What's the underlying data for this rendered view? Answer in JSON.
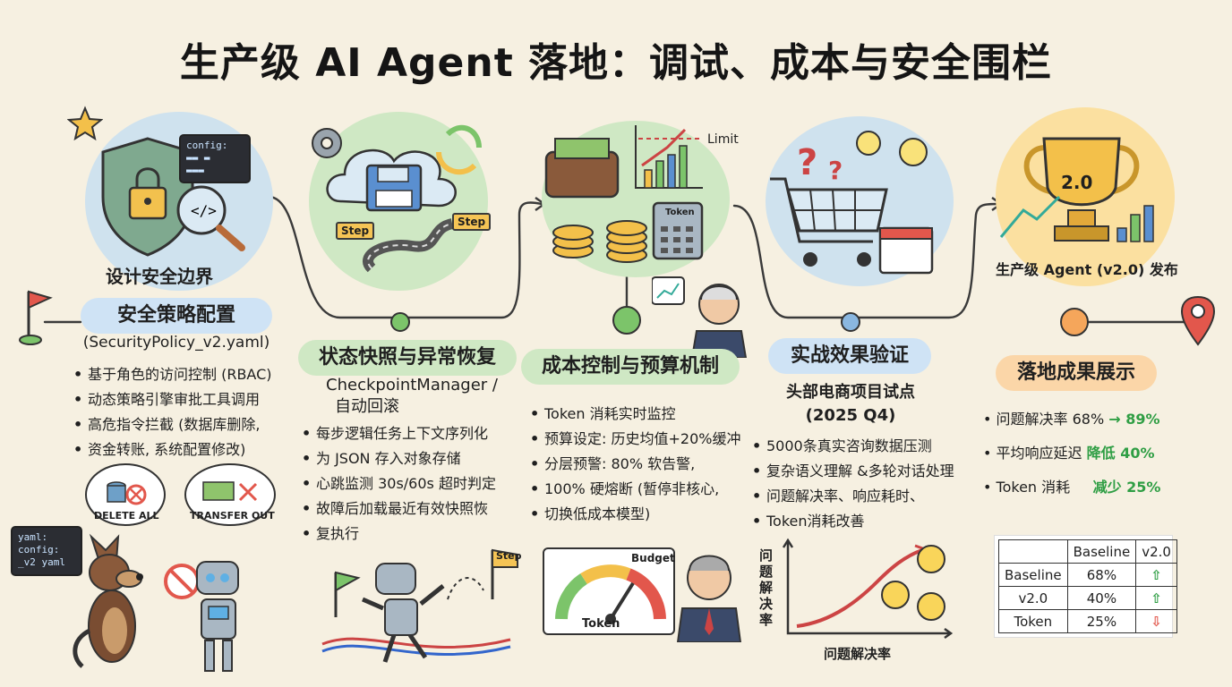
{
  "title": "生产级 AI Agent 落地：调试、成本与安全围栏",
  "stage1": {
    "heading": "设计安全边界",
    "pill": "安全策略配置",
    "subtitle": "(SecurityPolicy_v2.yaml)",
    "bullets": [
      "基于角色的访问控制 (RBAC)",
      "动态策略引擎审批工具调用",
      "高危指令拦截 (数据库删除,",
      "资金转账, 系统配置修改)"
    ],
    "bubble_left": "DELETE ALL",
    "bubble_right": "TRANSFER OUT",
    "code_top": "config:",
    "code_yaml": [
      "yaml:",
      "  config:",
      "  _v2 yaml"
    ]
  },
  "stage2": {
    "pill": "状态快照与异常恢复",
    "subtitle_lines": [
      "CheckpointManager /",
      "自动回滚"
    ],
    "bullets": [
      "每步逻辑任务上下文序列化",
      "为 JSON 存入对象存储",
      "心跳监测 30s/60s 超时判定",
      "故障后加载最近有效快照恢",
      "复执行"
    ],
    "step_label": "Step"
  },
  "stage3": {
    "pill": "成本控制与预算机制",
    "bullets": [
      "Token 消耗实时监控",
      "预算设定: 历史均值+20%缓冲",
      "分层预警: 80% 软告警,",
      "100% 硬熔断 (暂停非核心,",
      "切换低成本模型)"
    ],
    "limit_label": "Limit",
    "calc_label": "Token",
    "gauge_budget": "Budget",
    "gauge_token": "Token"
  },
  "stage4": {
    "pill": "实战效果验证",
    "subtitle_lines": [
      "头部电商项目试点",
      "(2025 Q4)"
    ],
    "bullets": [
      "5000条真实咨询数据压测",
      "复杂语义理解 &多轮对话处理",
      "问题解决率、响应耗时、",
      "Token消耗改善"
    ],
    "y_axis": "问题解决率",
    "x_axis": "问题解决率"
  },
  "stage5": {
    "heading": "生产级 Agent (v2.0) 发布",
    "trophy": "2.0",
    "pill": "落地成果展示",
    "results": [
      {
        "label": "问题解决率 68%",
        "value": "→ 89%"
      },
      {
        "label": "平均响应延迟",
        "value": "降低 40%"
      },
      {
        "label": "Token 消耗",
        "value": "减少 25%"
      }
    ],
    "table": {
      "header": [
        "",
        "Baseline",
        "v2.0"
      ],
      "rows": [
        [
          "Baseline",
          "68%",
          "up"
        ],
        [
          "v2.0",
          "40%",
          "up"
        ],
        [
          "Token",
          "25%",
          "down"
        ]
      ]
    }
  },
  "colors": {
    "blue_pill": "#cfe3f5",
    "green_pill": "#cfe8c4",
    "orange_pill": "#fbd6a8",
    "blob_blue": "#cfe2ee",
    "blob_green": "#cfe8c4",
    "blob_yellow": "#fbe0a0",
    "node_green": "#7cc46a",
    "node_blue": "#8ab7e0",
    "node_orange": "#f5a65b"
  }
}
